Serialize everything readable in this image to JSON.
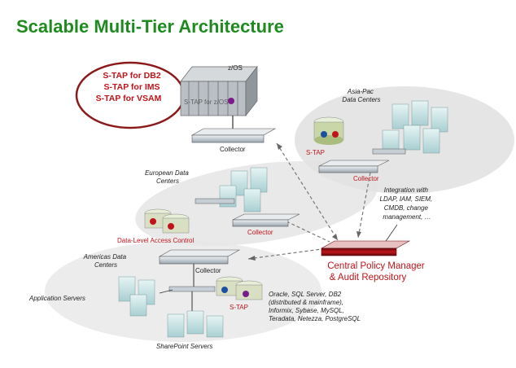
{
  "title": "Scalable Multi-Tier Architecture",
  "stap_callout": [
    "S-TAP for DB2",
    "S-TAP for IMS",
    "S-TAP for VSAM"
  ],
  "zos": {
    "label": "z/OS",
    "faded_label": "S-TAP for z/OS",
    "collector": "Collector"
  },
  "asia": {
    "region": "Asia-Pac\nData Centers",
    "stap": "S-TAP",
    "collector": "Collector"
  },
  "europe": {
    "region": "European Data\nCenters",
    "collector": "Collector",
    "access_control": "Data-Level Access Control"
  },
  "americas": {
    "region": "Americas Data\nCenters",
    "collector": "Collector",
    "stap": "S-TAP",
    "app_servers": "Application Servers",
    "sharepoint": "SharePoint Servers",
    "db_list": "Oracle, SQL Server, DB2\n(distributed & mainframe),\nInformix, Sybase, MySQL,\nTeradata, Netezza, PostgreSQL"
  },
  "central": {
    "line1": "Central Policy Manager",
    "line2": "& Audit Repository"
  },
  "integration": "Integration with\nLDAP, IAM, SIEM,\nCMDB, change\nmanagement, …",
  "colors": {
    "title": "#1f8a1f",
    "accent_red": "#c0141a",
    "callout_border": "#8b1a1a"
  }
}
